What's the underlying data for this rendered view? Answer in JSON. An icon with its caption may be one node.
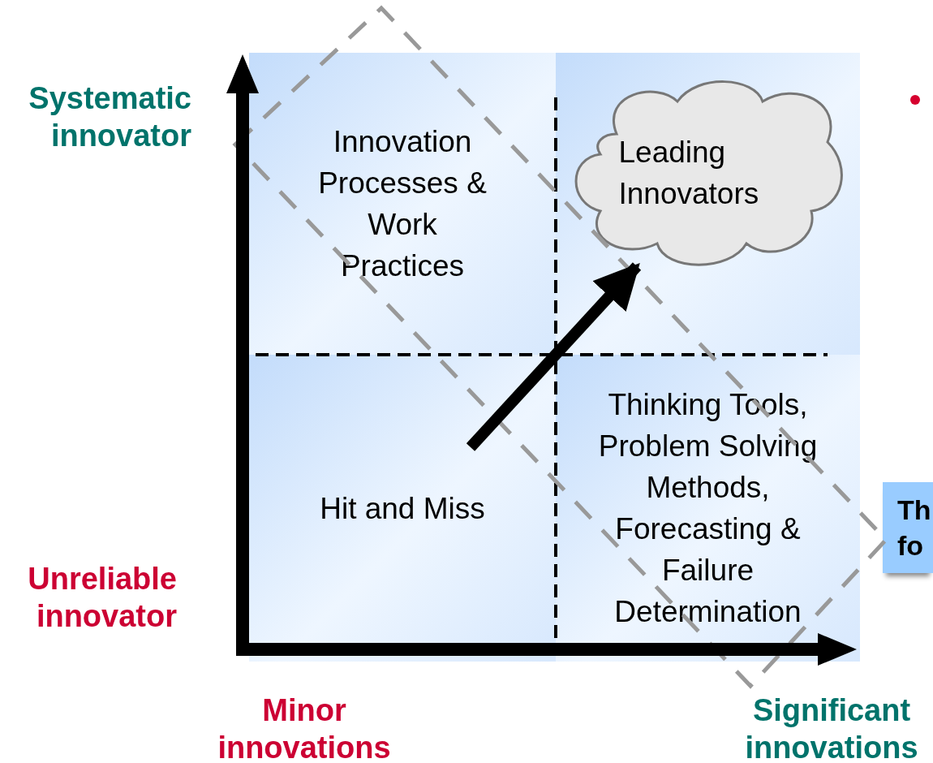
{
  "diagram": {
    "nodes": [
      {
        "text": [
          "Innovation Processes & Work Practices"
        ]
      },
      {
        "text": [],
        "shape": "box"
      },
      {
        "text": [
          "Leading Innovators"
        ],
        "in": 1
      },
      {
        "text": [
          "Hit and Miss"
        ]
      },
      {
        "text": [
          "Thinking Tools, Problem Solving Methods, Forecasting & Failure Determination"
        ]
      },
      {
        "text": [
          "Th fo"
        ]
      }
    ],
    "edges": [
      {
        "from": 3,
        "to": 2,
        "arrow": "to"
      }
    ],
    "labels": [
      "Systematic innovator",
      "Unreliable innovator",
      "Minor innovations",
      "Significant innovations"
    ]
  }
}
